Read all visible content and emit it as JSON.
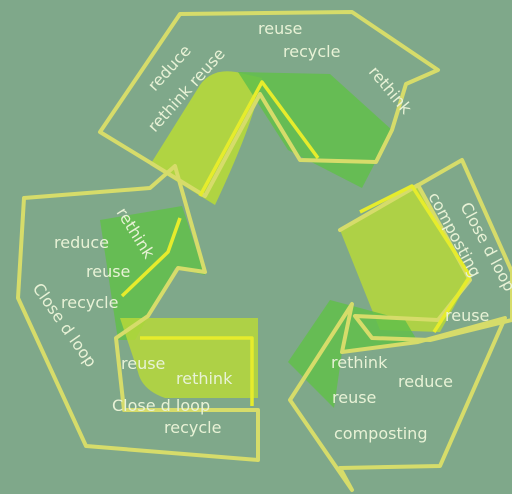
{
  "colors": {
    "background": "#7fa88a",
    "outline": "#d6dc6a",
    "arrow_green": "#62c04a",
    "arrow_lime": "#b6d83a",
    "text": "#e8f2d6"
  },
  "top_arrow": {
    "words": [
      "reduce",
      "rethink reuse",
      "reuse",
      "recycle",
      "rethink"
    ]
  },
  "right_arrow": {
    "words": [
      "Close d loop",
      "composting",
      "reuse",
      "rethink",
      "reduce",
      "reuse",
      "composting"
    ]
  },
  "left_arrow": {
    "words": [
      "rethink",
      "reduce",
      "reuse",
      "recycle",
      "Close d loop",
      "reuse",
      "rethink",
      "Close d loop",
      "recycle"
    ]
  }
}
